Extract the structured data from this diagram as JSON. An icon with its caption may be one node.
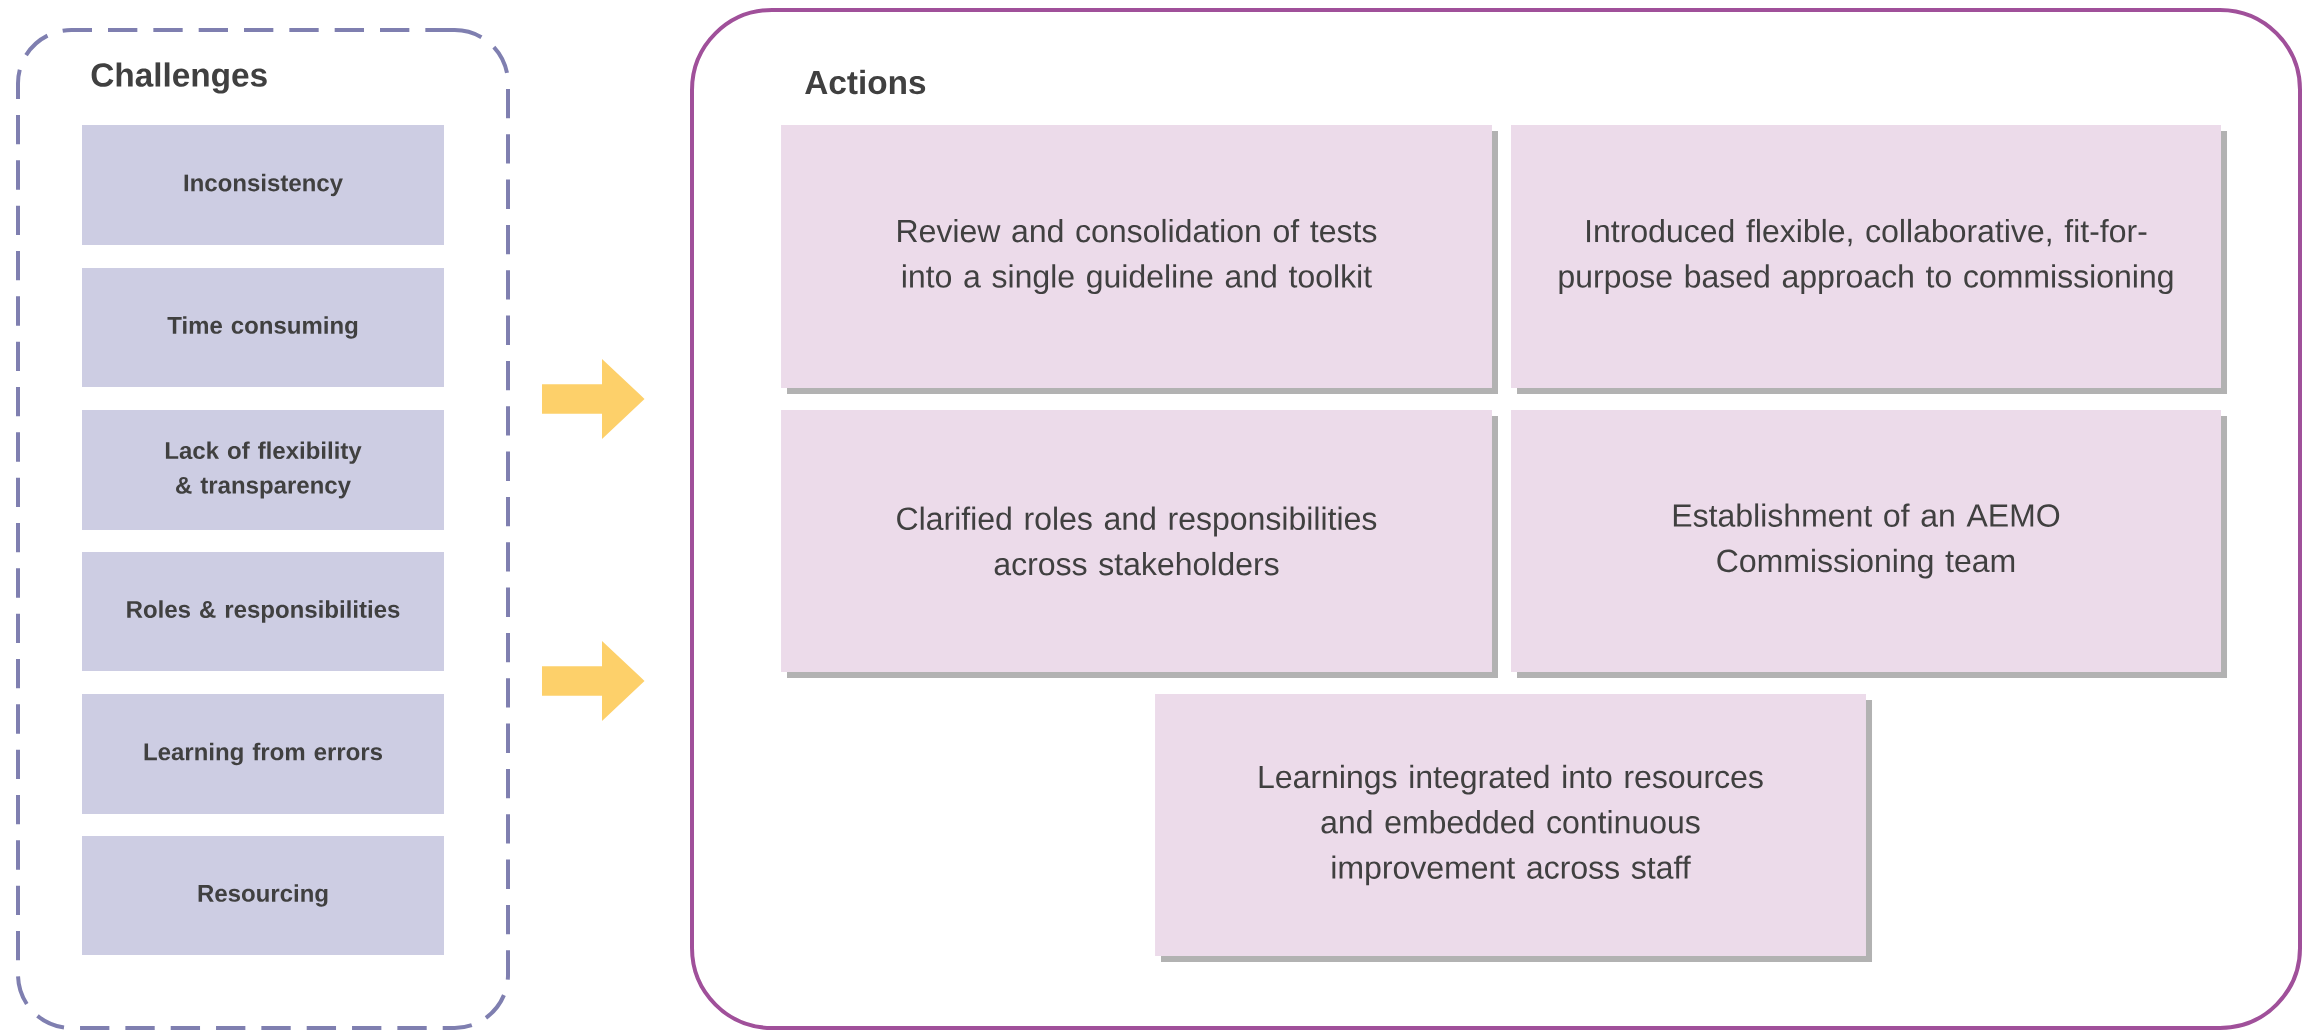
{
  "diagram": {
    "nodes": [
      {
        "text": [
          "Challenges"
        ]
      },
      {
        "text": [
          "Inconsistency"
        ],
        "in": 0
      },
      {
        "text": [
          "Time consuming"
        ],
        "in": 0
      },
      {
        "text": [
          "Lack of flexibility & transparency"
        ],
        "in": 0
      },
      {
        "text": [
          "Roles & responsibilities"
        ],
        "in": 0
      },
      {
        "text": [
          "Learning from errors"
        ],
        "in": 0
      },
      {
        "text": [
          "Resourcing"
        ],
        "in": 0
      },
      {
        "text": [
          "Actions"
        ]
      },
      {
        "text": [
          "Review and consolidation of tests into a single guideline and toolkit"
        ],
        "in": 7
      },
      {
        "text": [
          "Introduced flexible, collaborative, fit-for-purpose based approach to commissioning"
        ],
        "in": 7
      },
      {
        "text": [
          "Clarified roles and responsibilities across stakeholders"
        ],
        "in": 7
      },
      {
        "text": [
          "Establishment of an AEMO Commissioning team"
        ],
        "in": 7
      },
      {
        "text": [
          "Learnings integrated into resources and embedded continuous improvement across staff"
        ],
        "in": 7
      }
    ],
    "edges": [
      {
        "from": 0,
        "to": 7,
        "arrow": "to"
      },
      {
        "from": 0,
        "to": 7,
        "arrow": "to"
      }
    ]
  }
}
